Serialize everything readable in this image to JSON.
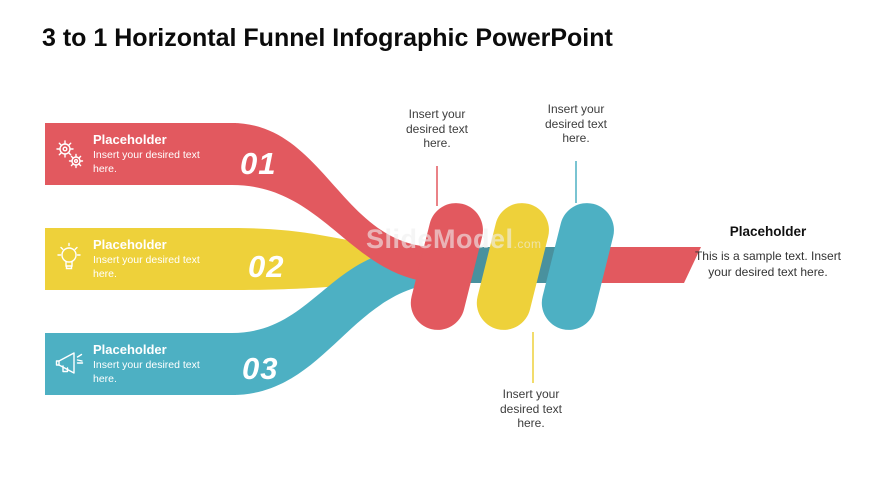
{
  "title": "3 to 1 Horizontal Funnel Infographic PowerPoint",
  "watermark": {
    "text": "SlideModel",
    "suffix": ".com"
  },
  "colors": {
    "red": "#e2595f",
    "yellow": "#eed13a",
    "teal": "#4db0c3",
    "shadow": "#3f3f3f"
  },
  "steps": [
    {
      "number": "01",
      "title": "Placeholder",
      "desc": "Insert your desired text here.",
      "icon": "gears-icon"
    },
    {
      "number": "02",
      "title": "Placeholder",
      "desc": "Insert your desired text here.",
      "icon": "lightbulb-icon"
    },
    {
      "number": "03",
      "title": "Placeholder",
      "desc": "Insert your desired text here.",
      "icon": "megaphone-icon"
    }
  ],
  "callouts": {
    "top_left": "Insert your desired text here.",
    "top_right": "Insert your desired text here.",
    "bottom": "Insert your desired text here."
  },
  "right_panel": {
    "title": "Placeholder",
    "body": "This is a sample text. Insert your desired text here."
  }
}
